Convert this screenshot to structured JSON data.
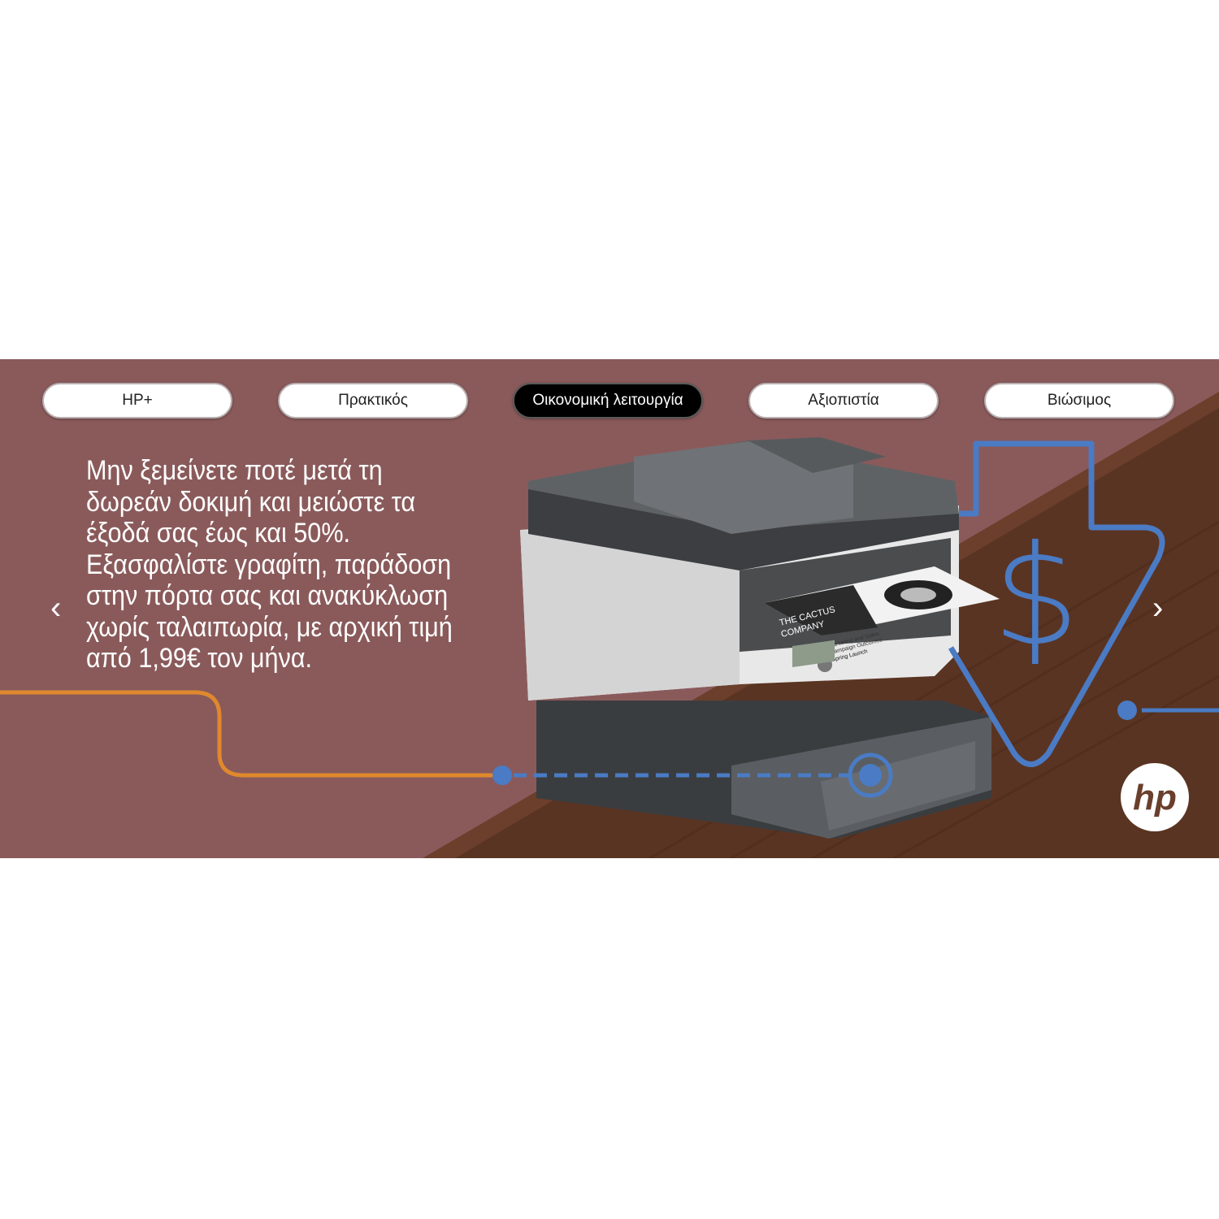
{
  "tabs": [
    {
      "label": "HP+",
      "active": false
    },
    {
      "label": "Πρακτικός",
      "active": false
    },
    {
      "label": "Οικονομική λειτουργία",
      "active": true
    },
    {
      "label": "Αξιοπιστία",
      "active": false
    },
    {
      "label": "Βιώσιμος",
      "active": false
    }
  ],
  "copy": {
    "lines": [
      "Μην ξεμείνετε ποτέ μετά τη",
      "δωρεάν δοκιμή και μειώστε τα",
      "έξοδά σας έως και 50%.",
      "Εξασφαλίστε γραφίτη, παράδοση",
      "στην πόρτα σας και ανακύκλωση",
      "χωρίς ταλαιπωρία, με αρχική τιμή",
      "από 1,99€ τον μήνα."
    ]
  },
  "nav": {
    "prev": "‹",
    "next": "›"
  },
  "graphic": {
    "currency_symbol": "$"
  },
  "printed_page": {
    "line1": "THE CACTUS",
    "line2": "COMPANY",
    "line3": "Marketing and Sales",
    "line4": "Campaign Outcomes",
    "line5": "Spring Launch"
  },
  "brand": {
    "logo_text": "hp"
  },
  "colors": {
    "wall": "#8a5a5b",
    "floor": "#5a3422",
    "accent_blue": "#4a7bc4",
    "accent_orange": "#e0892c"
  }
}
